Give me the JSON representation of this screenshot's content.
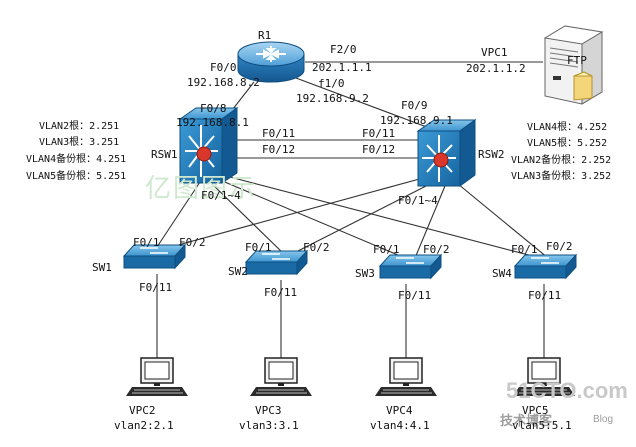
{
  "devices": {
    "router": {
      "name": "R1",
      "if_vpc1": "F2/0",
      "if_vpc1_ip": "202.1.1.1",
      "if_rsw1": "F0/0",
      "if_rsw1_ip": "192.168.8.2",
      "if_rsw2": "f1/0",
      "if_rsw2_ip": "192.168.9.2"
    },
    "ftp": {
      "name": "VPC1",
      "ip": "202.1.1.2",
      "label": "FTP"
    },
    "rsw1": {
      "name": "RSW1",
      "uplink_port": "F0/8",
      "uplink_ip": "192.168.8.1",
      "roles": [
        "VLAN2根：2.251",
        "VLAN3根：3.251",
        "VLAN4备份根：4.251",
        "VLAN5备份根：5.251"
      ]
    },
    "rsw2": {
      "name": "RSW2",
      "uplink_port": "F0/9",
      "uplink_ip": "192.168.9.1",
      "roles": [
        "VLAN4根：4.252",
        "VLAN5根：5.252",
        "VLAN2备份根：2.252",
        "VLAN3备份根：3.252"
      ]
    },
    "trunks": {
      "rsw1_a": "F0/11",
      "rsw1_b": "F0/12",
      "rsw2_a": "F0/11",
      "rsw2_b": "F0/12",
      "rsw1_down": "F0/1~4",
      "rsw2_down": "F0/1~4"
    },
    "access": [
      {
        "name": "SW1",
        "up1": "F0/1",
        "up2": "F0/2",
        "down": "F0/11",
        "pc": "VPC2",
        "pc_info": "vlan2:2.1"
      },
      {
        "name": "SW2",
        "up1": "F0/1",
        "up2": "F0/2",
        "down": "F0/11",
        "pc": "VPC3",
        "pc_info": "vlan3:3.1"
      },
      {
        "name": "SW3",
        "up1": "F0/1",
        "up2": "F0/2",
        "down": "F0/11",
        "pc": "VPC4",
        "pc_info": "vlan4:4.1"
      },
      {
        "name": "SW4",
        "up1": "F0/1",
        "up2": "F0/2",
        "down": "F0/11",
        "pc": "VPC5",
        "pc_info": "vlan5:5.1"
      }
    ]
  },
  "watermarks": {
    "main": "亿图图示",
    "site": "51CTO.com",
    "blog_cn": "技术博客",
    "blog_en": "Blog"
  },
  "colors": {
    "line": "#333333",
    "switch_top": "#2f8fca",
    "switch_face": "#1a6aa6",
    "core_red": "#d9362c",
    "router_top": "#7cbbe6",
    "router_body": "#2d7fbf"
  }
}
